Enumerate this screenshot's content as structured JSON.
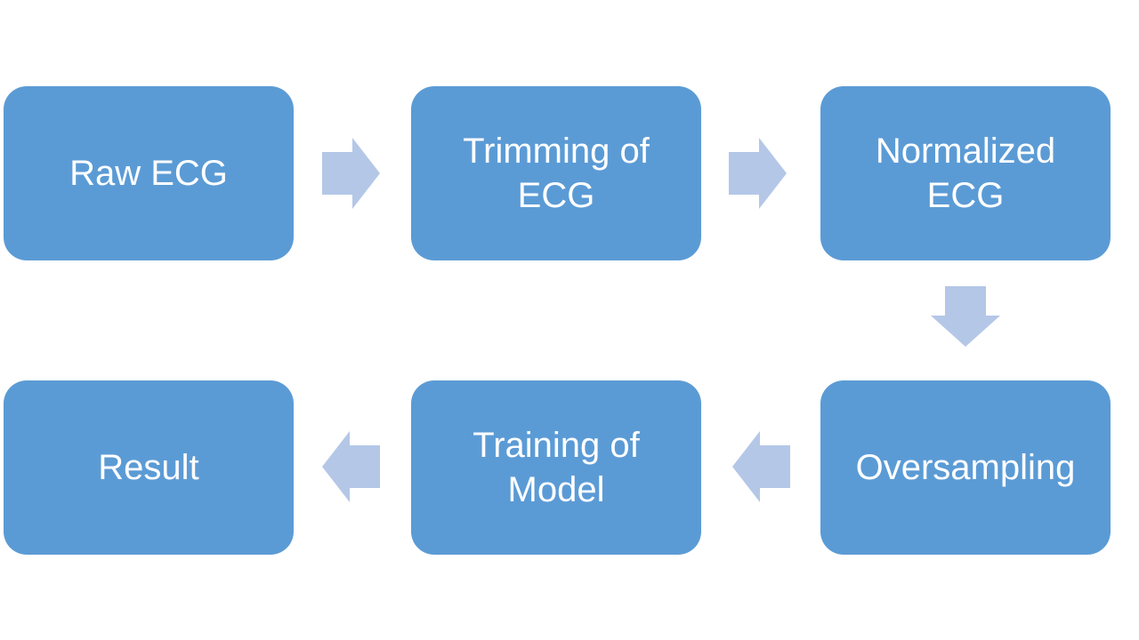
{
  "diagram": {
    "type": "flowchart",
    "background": "#FFFFFF",
    "colors": {
      "node_fill": "#5B9BD5",
      "node_text": "#FFFFFF",
      "arrow_fill": "#B4C7E7"
    },
    "nodes": [
      {
        "id": "raw-ecg",
        "label": "Raw ECG"
      },
      {
        "id": "trimming-of-ecg",
        "label": "Trimming of ECG"
      },
      {
        "id": "normalized-ecg",
        "label": "Normalized ECG"
      },
      {
        "id": "oversampling",
        "label": "Oversampling"
      },
      {
        "id": "training-of-model",
        "label": "Training of Model"
      },
      {
        "id": "result",
        "label": "Result"
      }
    ],
    "edges": [
      {
        "from": "raw-ecg",
        "to": "trimming-of-ecg",
        "direction": "right"
      },
      {
        "from": "trimming-of-ecg",
        "to": "normalized-ecg",
        "direction": "right"
      },
      {
        "from": "normalized-ecg",
        "to": "oversampling",
        "direction": "down"
      },
      {
        "from": "oversampling",
        "to": "training-of-model",
        "direction": "left"
      },
      {
        "from": "training-of-model",
        "to": "result",
        "direction": "left"
      }
    ]
  }
}
